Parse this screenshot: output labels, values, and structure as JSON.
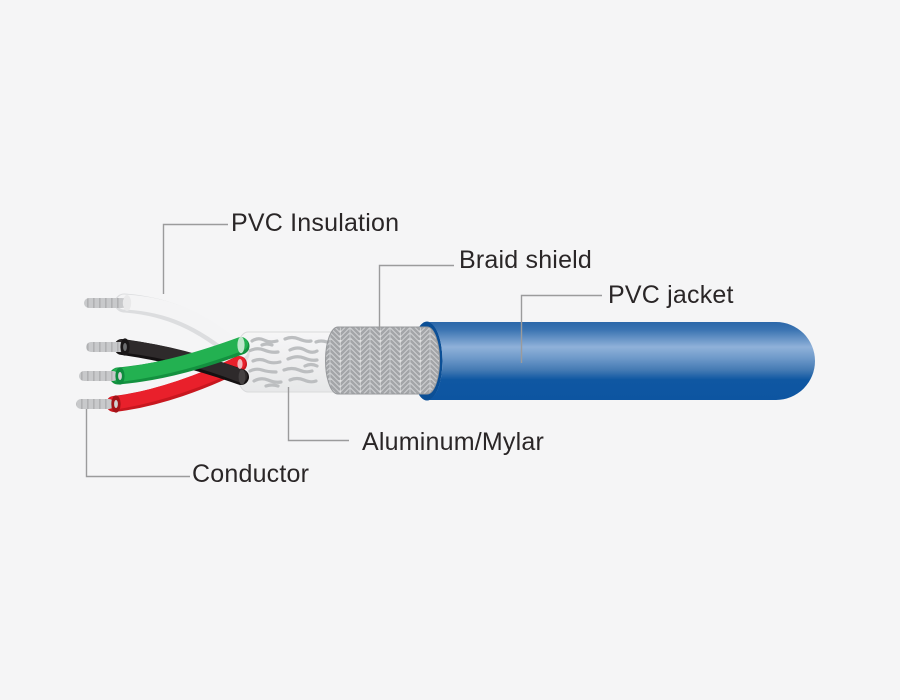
{
  "diagram": {
    "kind": "shielded-cable-construction",
    "labels": {
      "pvc_insulation": "PVC Insulation",
      "braid_shield": "Braid shield",
      "pvc_jacket": "PVC jacket",
      "aluminum_mylar": "Aluminum/Mylar",
      "conductor": "Conductor"
    },
    "colors": {
      "background": "#f5f5f6",
      "label_text": "#2a2627",
      "leader_line": "#9b9b9c",
      "jacket_top": "#2b67a9",
      "jacket_highlight": "#8fb1d9",
      "jacket_mid": "#4379b3",
      "jacket_bottom": "#0d55a1",
      "jacket_rim": "#0b4f96",
      "braid_base": "#d2d3d5",
      "braid_weave": "#a3a5a8",
      "foil_base": "#efeff0",
      "foil_marks": "#bcbec0",
      "wire_white": "#f4f4f5",
      "wire_black": "#2e2a2b",
      "wire_green": "#23b151",
      "wire_red": "#e9202b",
      "conductor_metal": "#c8c9cb"
    }
  }
}
